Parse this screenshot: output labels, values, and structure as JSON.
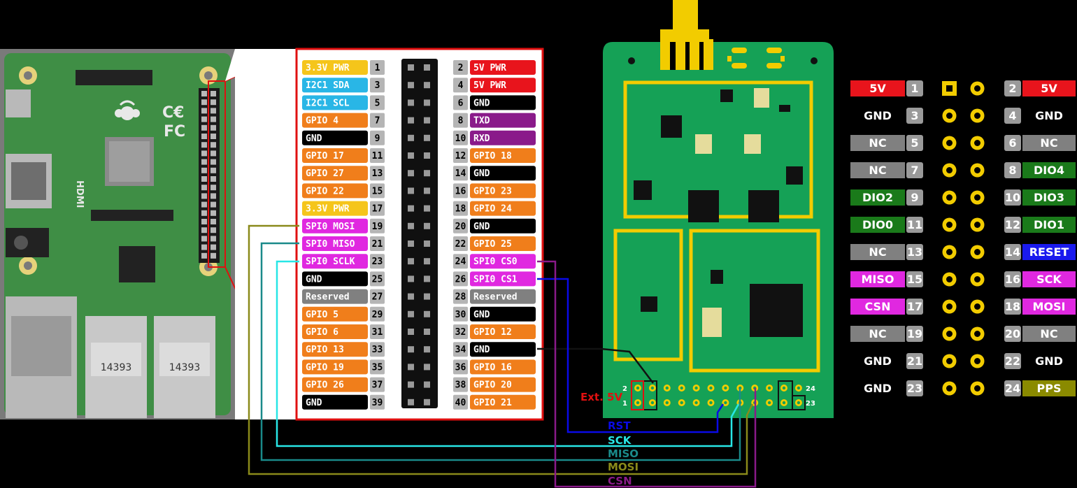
{
  "colors": {
    "background": "#000000",
    "pcb_green": "#2a8a4e",
    "pi_pcb": "#3f8e45",
    "module_board": "#15a156",
    "module_gold": "#f2cc00",
    "label_gray": "#808080",
    "header_black": "#101010"
  },
  "rpi_header": {
    "left": [
      {
        "pin": "1",
        "label": "3.3V PWR",
        "color": "#f5c51b"
      },
      {
        "pin": "3",
        "label": "I2C1 SDA",
        "color": "#29b6e6"
      },
      {
        "pin": "5",
        "label": "I2C1 SCL",
        "color": "#29b6e6"
      },
      {
        "pin": "7",
        "label": "GPIO 4",
        "color": "#f07e1b"
      },
      {
        "pin": "9",
        "label": "GND",
        "color": "#000000"
      },
      {
        "pin": "11",
        "label": "GPIO 17",
        "color": "#f07e1b"
      },
      {
        "pin": "13",
        "label": "GPIO 27",
        "color": "#f07e1b"
      },
      {
        "pin": "15",
        "label": "GPIO 22",
        "color": "#f07e1b"
      },
      {
        "pin": "17",
        "label": "3.3V PWR",
        "color": "#f5c51b"
      },
      {
        "pin": "19",
        "label": "SPI0 MOSI",
        "color": "#e028e0"
      },
      {
        "pin": "21",
        "label": "SPI0 MISO",
        "color": "#e028e0"
      },
      {
        "pin": "23",
        "label": "SPI0 SCLK",
        "color": "#e028e0"
      },
      {
        "pin": "25",
        "label": "GND",
        "color": "#000000"
      },
      {
        "pin": "27",
        "label": "Reserved",
        "color": "#808080"
      },
      {
        "pin": "29",
        "label": "GPIO 5",
        "color": "#f07e1b"
      },
      {
        "pin": "31",
        "label": "GPIO 6",
        "color": "#f07e1b"
      },
      {
        "pin": "33",
        "label": "GPIO 13",
        "color": "#f07e1b"
      },
      {
        "pin": "35",
        "label": "GPIO 19",
        "color": "#f07e1b"
      },
      {
        "pin": "37",
        "label": "GPIO 26",
        "color": "#f07e1b"
      },
      {
        "pin": "39",
        "label": "GND",
        "color": "#000000"
      }
    ],
    "right": [
      {
        "pin": "2",
        "label": "5V PWR",
        "color": "#e8141c"
      },
      {
        "pin": "4",
        "label": "5V PWR",
        "color": "#e8141c"
      },
      {
        "pin": "6",
        "label": "GND",
        "color": "#000000"
      },
      {
        "pin": "8",
        "label": "TXD",
        "color": "#8a1a8a"
      },
      {
        "pin": "10",
        "label": "RXD",
        "color": "#8a1a8a"
      },
      {
        "pin": "12",
        "label": "GPIO 18",
        "color": "#f07e1b"
      },
      {
        "pin": "14",
        "label": "GND",
        "color": "#000000"
      },
      {
        "pin": "16",
        "label": "GPIO 23",
        "color": "#f07e1b"
      },
      {
        "pin": "18",
        "label": "GPIO 24",
        "color": "#f07e1b"
      },
      {
        "pin": "20",
        "label": "GND",
        "color": "#000000"
      },
      {
        "pin": "22",
        "label": "GPIO 25",
        "color": "#f07e1b"
      },
      {
        "pin": "24",
        "label": "SPI0 CS0",
        "color": "#e028e0"
      },
      {
        "pin": "26",
        "label": "SPI0 CS1",
        "color": "#e028e0"
      },
      {
        "pin": "28",
        "label": "Reserved",
        "color": "#808080"
      },
      {
        "pin": "30",
        "label": "GND",
        "color": "#000000"
      },
      {
        "pin": "32",
        "label": "GPIO 12",
        "color": "#f07e1b"
      },
      {
        "pin": "34",
        "label": "GND",
        "color": "#000000"
      },
      {
        "pin": "36",
        "label": "GPIO 16",
        "color": "#f07e1b"
      },
      {
        "pin": "38",
        "label": "GPIO 20",
        "color": "#f07e1b"
      },
      {
        "pin": "40",
        "label": "GPIO 21",
        "color": "#f07e1b"
      }
    ]
  },
  "pi_board_text": {
    "hdmi": "HDMI",
    "usb_label_1": "14393",
    "usb_label_2": "14393"
  },
  "module_header": {
    "top_left_pin": "2",
    "bottom_left_pin": "1",
    "top_right_pin": "24",
    "bottom_right_pin": "23",
    "ext_5v_label": "Ext. 5V"
  },
  "wires": [
    {
      "name": "RST",
      "color": "#0a0ae6"
    },
    {
      "name": "SCK",
      "color": "#28e6e6"
    },
    {
      "name": "MISO",
      "color": "#1a8a8a"
    },
    {
      "name": "MOSI",
      "color": "#8a8a1a"
    },
    {
      "name": "CSN",
      "color": "#8a1a8a"
    }
  ],
  "module_pinout": {
    "left": [
      {
        "pin": "1",
        "label": "5V",
        "color": "#e8141c"
      },
      {
        "pin": "3",
        "label": "GND",
        "color": "#000000"
      },
      {
        "pin": "5",
        "label": "NC",
        "color": "#808080"
      },
      {
        "pin": "7",
        "label": "NC",
        "color": "#808080"
      },
      {
        "pin": "9",
        "label": "DIO2",
        "color": "#1a7a1a"
      },
      {
        "pin": "11",
        "label": "DIO0",
        "color": "#1a7a1a"
      },
      {
        "pin": "13",
        "label": "NC",
        "color": "#808080"
      },
      {
        "pin": "15",
        "label": "MISO",
        "color": "#e028e0"
      },
      {
        "pin": "17",
        "label": "CSN",
        "color": "#e028e0"
      },
      {
        "pin": "19",
        "label": "NC",
        "color": "#808080"
      },
      {
        "pin": "21",
        "label": "GND",
        "color": "#000000"
      },
      {
        "pin": "23",
        "label": "GND",
        "color": "#000000"
      }
    ],
    "right": [
      {
        "pin": "2",
        "label": "5V",
        "color": "#e8141c"
      },
      {
        "pin": "4",
        "label": "GND",
        "color": "#000000"
      },
      {
        "pin": "6",
        "label": "NC",
        "color": "#808080"
      },
      {
        "pin": "8",
        "label": "DIO4",
        "color": "#1a7a1a"
      },
      {
        "pin": "10",
        "label": "DIO3",
        "color": "#1a7a1a"
      },
      {
        "pin": "12",
        "label": "DIO1",
        "color": "#1a7a1a"
      },
      {
        "pin": "14",
        "label": "RESET",
        "color": "#1a1aee"
      },
      {
        "pin": "16",
        "label": "SCK",
        "color": "#e028e0"
      },
      {
        "pin": "18",
        "label": "MOSI",
        "color": "#e028e0"
      },
      {
        "pin": "20",
        "label": "NC",
        "color": "#808080"
      },
      {
        "pin": "22",
        "label": "GND",
        "color": "#000000"
      },
      {
        "pin": "24",
        "label": "PPS",
        "color": "#8a8a00"
      }
    ]
  }
}
